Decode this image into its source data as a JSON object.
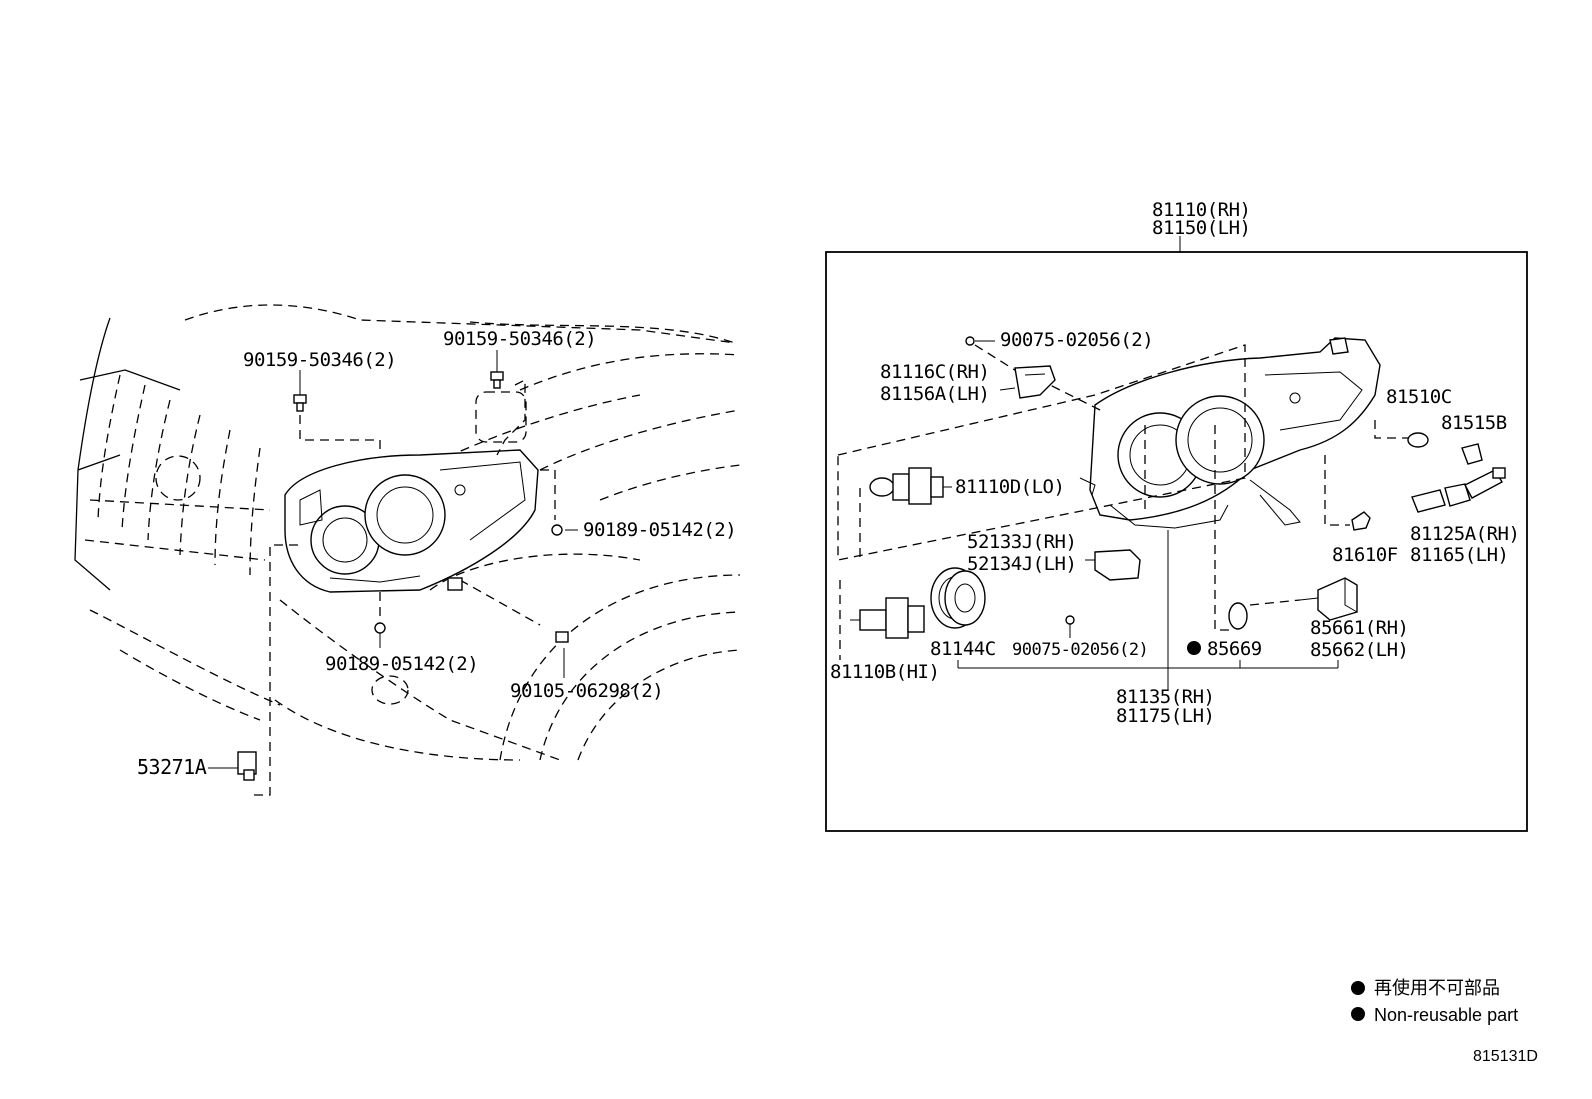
{
  "diagram_code": "815131D",
  "legend": {
    "jp": "再使用不可部品",
    "en": "Non-reusable part"
  },
  "assembly": {
    "rh": "81110(RH)",
    "lh": "81150(LH)"
  },
  "unit": {
    "rh": "81135(RH)",
    "lh": "81175(LH)"
  },
  "labels": {
    "bolt_top_left": "90159-50346(2)",
    "bolt_top_right": "90159-50346(2)",
    "screw_right": "90189-05142(2)",
    "screw_bottom": "90189-05142(2)",
    "bolt_bottom": "90105-06298(2)",
    "bracket": "53271A",
    "screw_box_top": "90075-02056(2)",
    "bracket_rh": "81116C(RH)",
    "bracket_lh": "81156A(LH)",
    "bulb_lo": "81110D(LO)",
    "holder_rh": "52133J(RH)",
    "holder_lh": "52134J(LH)",
    "screw_box_bottom": "90075-02056(2)",
    "bulb_hi": "81110B(HI)",
    "cap": "81144C",
    "oring": "85669",
    "motor_rh": "85661(RH)",
    "motor_lh": "85662(LH)",
    "socket_cover": "81510C",
    "bulb_side": "81515B",
    "socket_rh": "81125A(RH)",
    "socket_lh": "81165(LH)",
    "cover_small": "81610F"
  }
}
